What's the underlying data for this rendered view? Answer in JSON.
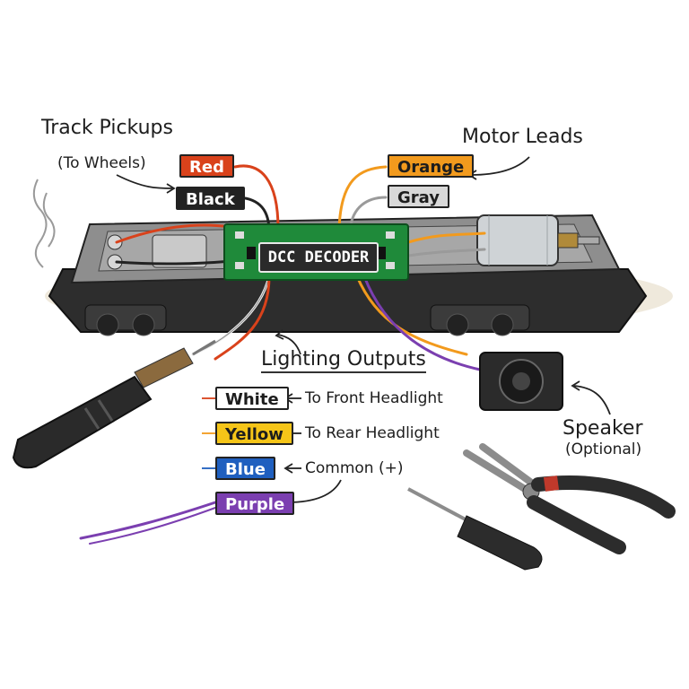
{
  "decoder": {
    "label": "DCC DECODER"
  },
  "track_pickups": {
    "heading": "Track Pickups",
    "sub": "(To Wheels)"
  },
  "motor_leads": {
    "heading": "Motor Leads"
  },
  "lighting_outputs": {
    "heading": "Lighting Outputs"
  },
  "speaker": {
    "heading": "Speaker",
    "sub": "(Optional)"
  },
  "wires": {
    "red": {
      "label": "Red",
      "color": "#d9421b"
    },
    "black": {
      "label": "Black",
      "color": "#222222"
    },
    "orange": {
      "label": "Orange",
      "color": "#f29a1d"
    },
    "gray": {
      "label": "Gray",
      "color": "#d8d8d8"
    },
    "white": {
      "label": "White",
      "color": "#ffffff",
      "note": "To Front Headlight"
    },
    "yellow": {
      "label": "Yellow",
      "color": "#f5c518",
      "note": "To Rear Headlight"
    },
    "blue": {
      "label": "Blue",
      "color": "#1f5fbf",
      "note": "Common (+)"
    },
    "purple": {
      "label": "Purple",
      "color": "#7b3fb0"
    }
  },
  "icons": [
    "soldering-iron-icon",
    "speaker-icon",
    "motor-icon",
    "pliers-icon",
    "screwdriver-icon",
    "smoke-icon"
  ]
}
